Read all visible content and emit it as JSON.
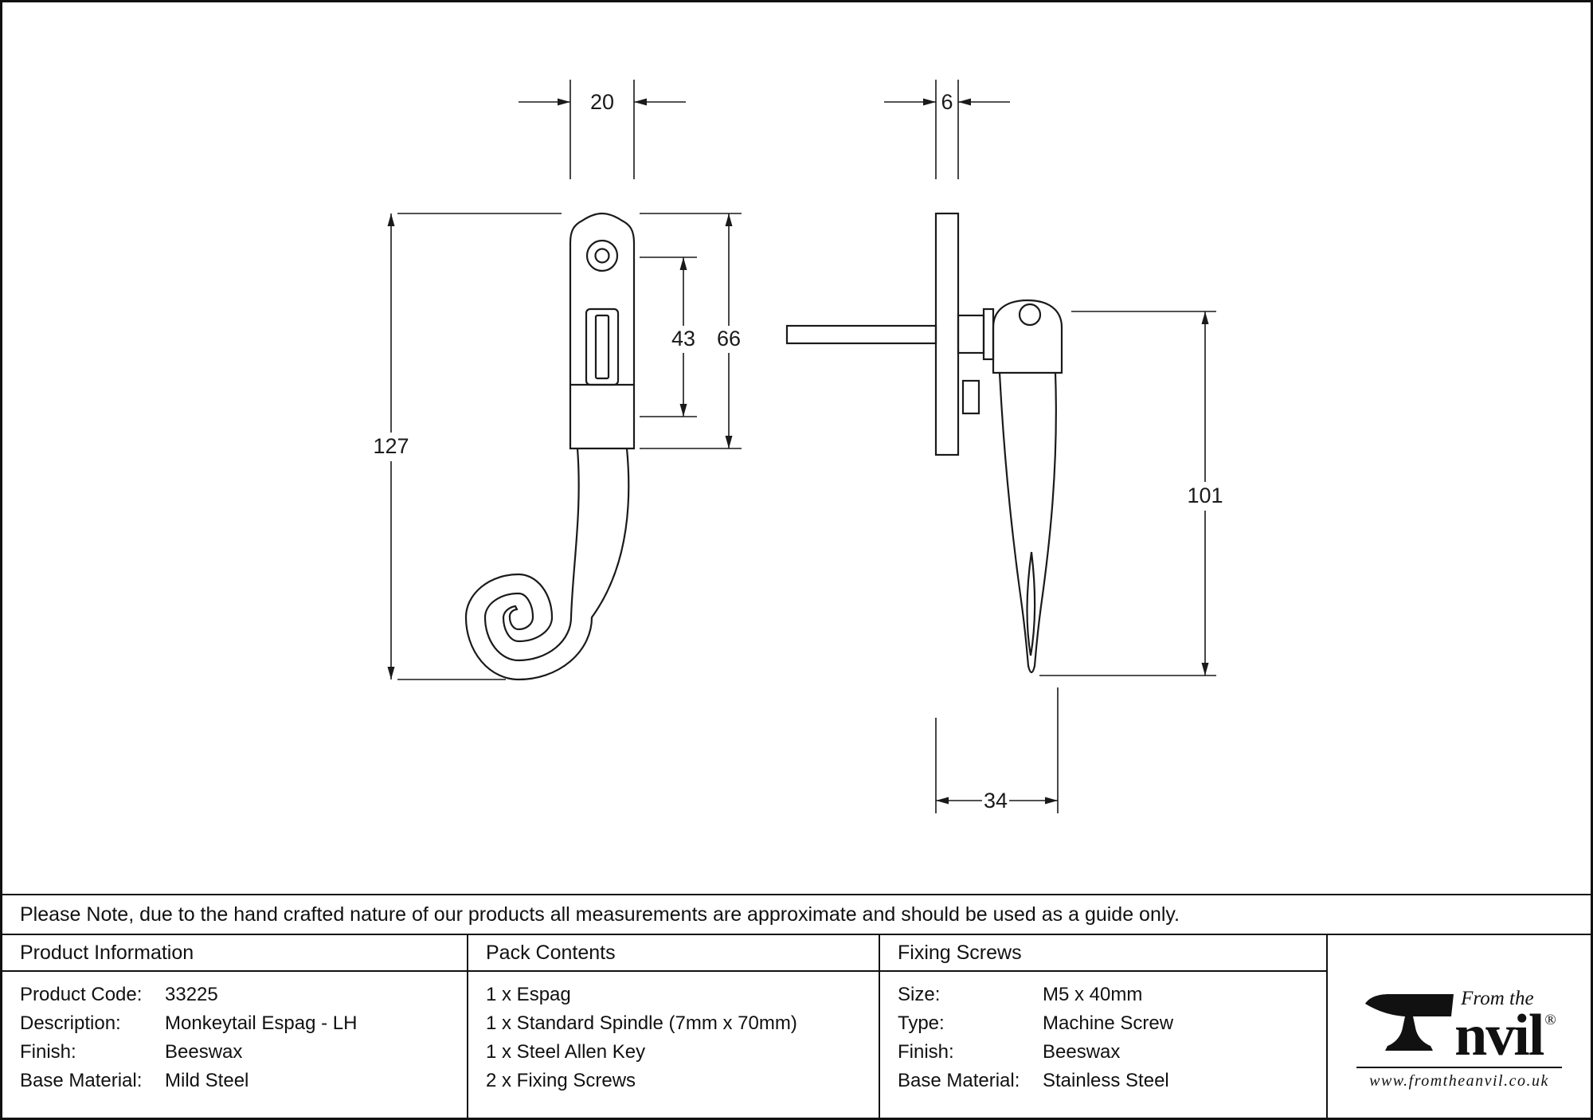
{
  "note": "Please Note, due to the hand crafted nature of our products all measurements are approximate and should be used as a guide only.",
  "drawing": {
    "dim_plate_width": "20",
    "dim_plate_thickness": "6",
    "dim_overall_height": "127",
    "dim_slot_height": "43",
    "dim_plate_height": "66",
    "dim_handle_height": "101",
    "dim_projection": "34"
  },
  "table": {
    "product_information": {
      "title": "Product Information",
      "rows": [
        {
          "label": "Product Code:",
          "value": "33225"
        },
        {
          "label": "Description:",
          "value": "Monkeytail Espag - LH"
        },
        {
          "label": "Finish:",
          "value": "Beeswax"
        },
        {
          "label": "Base Material:",
          "value": "Mild Steel"
        }
      ]
    },
    "pack_contents": {
      "title": "Pack Contents",
      "items": [
        "1 x Espag",
        "1 x Standard Spindle (7mm x 70mm)",
        "1 x Steel Allen Key",
        "2 x Fixing Screws"
      ]
    },
    "fixing_screws": {
      "title": "Fixing Screws",
      "rows": [
        {
          "label": "Size:",
          "value": "M5 x 40mm"
        },
        {
          "label": "Type:",
          "value": "Machine Screw"
        },
        {
          "label": "Finish:",
          "value": "Beeswax"
        },
        {
          "label": "Base Material:",
          "value": "Stainless Steel"
        }
      ]
    }
  },
  "logo": {
    "from_the": "From the",
    "brand_rest": "nvil",
    "registered": "®",
    "website": "www.fromtheanvil.co.uk"
  }
}
